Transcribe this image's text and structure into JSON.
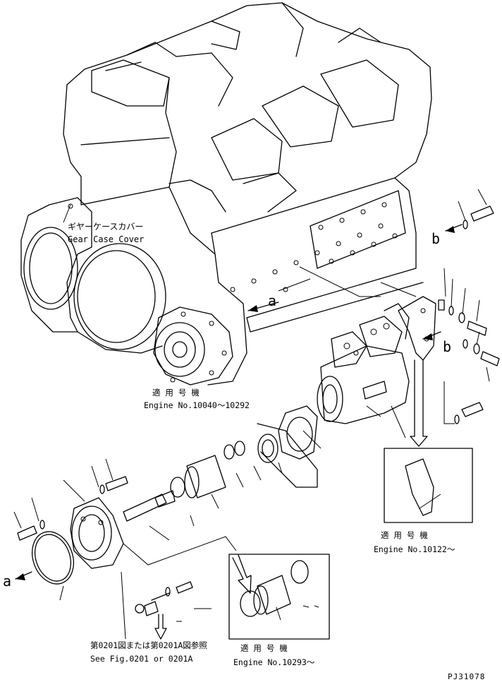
{
  "callouts": {
    "gear_case_jp": "ギヤーケースカバー",
    "gear_case_en": "Gear Case Cover",
    "applicable_jp_1": "適 用 号 機",
    "engine_range_1": "Engine No.10040～10292",
    "applicable_jp_2": "適 用 号 機",
    "engine_range_2": "Engine No.10122～",
    "applicable_jp_3": "適 用 号 機",
    "engine_range_3": "Engine No.10293～",
    "see_fig_jp": "第0201図または第0201A図参照",
    "see_fig_en": "See Fig.0201 or 0201A"
  },
  "refs": {
    "a_right": "a",
    "a_left": "a",
    "b_left": "b",
    "b_right": "b"
  },
  "footer": {
    "drawing_number": "PJ31078"
  },
  "colors": {
    "ink": "#000000",
    "paper": "#ffffff"
  }
}
